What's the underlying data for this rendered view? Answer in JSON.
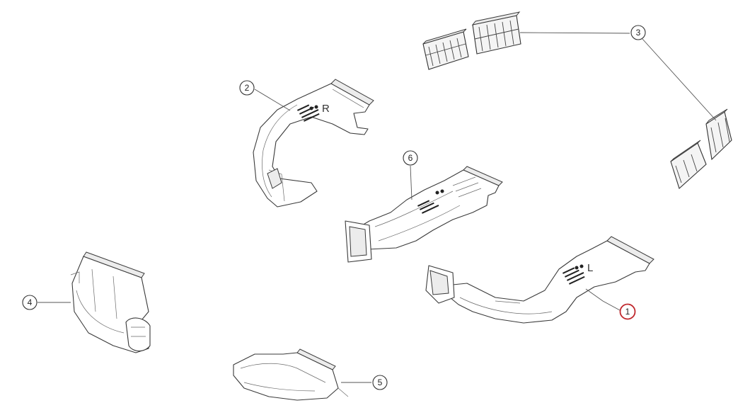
{
  "diagram": {
    "callouts": [
      {
        "label": "1",
        "highlighted": true,
        "highlight_color": "#c0282d"
      },
      {
        "label": "2",
        "highlighted": false
      },
      {
        "label": "3",
        "highlighted": false
      },
      {
        "label": "4",
        "highlighted": false
      },
      {
        "label": "5",
        "highlighted": false
      },
      {
        "label": "6",
        "highlighted": false
      }
    ],
    "part_markings": {
      "duct_1_side": "L",
      "duct_2_side": "R"
    },
    "colors": {
      "line": "#3a3a3a",
      "background": "#ffffff",
      "highlight": "#c0282d"
    }
  }
}
